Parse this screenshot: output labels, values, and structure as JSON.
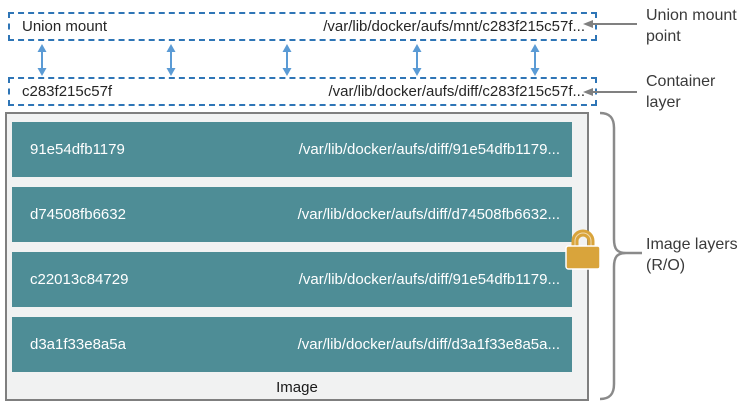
{
  "colors": {
    "dashed_border": "#2E75B6",
    "arrow_blue": "#5B9BD5",
    "layer_teal": "#4E8D96",
    "container_bg": "#F1F2F2",
    "container_border": "#7F7F7F",
    "annotation_gray": "#808080",
    "lock_gold": "#D9A43B",
    "layer_text": "#FFFFFF"
  },
  "union_mount": {
    "label": "Union mount",
    "path": "/var/lib/docker/aufs/mnt/c283f215c57f..."
  },
  "container_layer": {
    "id": "c283f215c57f",
    "path": "/var/lib/docker/aufs/diff/c283f215c57f..."
  },
  "image": {
    "caption": "Image",
    "layers": [
      {
        "id": "91e54dfb1179",
        "path": "/var/lib/docker/aufs/diff/91e54dfb1179..."
      },
      {
        "id": "d74508fb6632",
        "path": "/var/lib/docker/aufs/diff/d74508fb6632..."
      },
      {
        "id": "c22013c84729",
        "path": "/var/lib/docker/aufs/diff/91e54dfb1179..."
      },
      {
        "id": "d3a1f33e8a5a",
        "path": "/var/lib/docker/aufs/diff/d3a1f33e8a5a..."
      }
    ]
  },
  "annotations": {
    "union_mount_point": "Union mount point",
    "container_layer": "Container layer",
    "image_layers": "Image layers (R/O)"
  }
}
